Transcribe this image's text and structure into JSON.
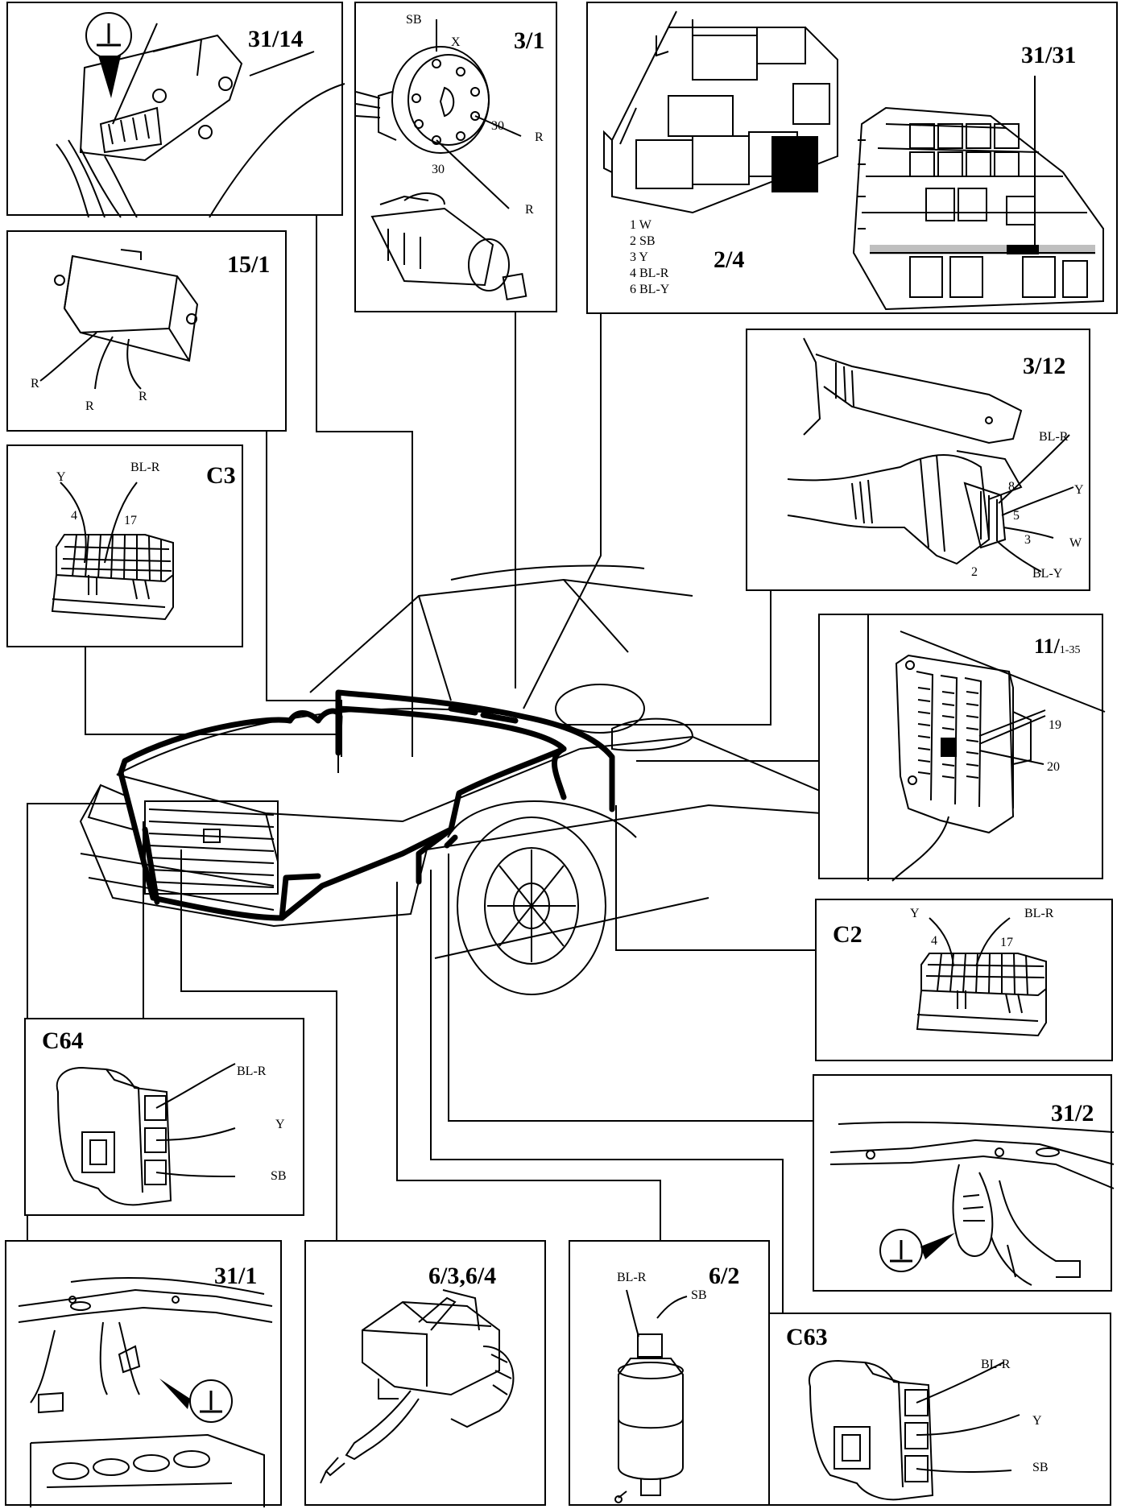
{
  "panels": {
    "p31_14": {
      "title": "31/14"
    },
    "p3_1": {
      "title": "3/1",
      "labels": {
        "sb": "SB",
        "x": "X",
        "n30a": "30",
        "r1": "R",
        "n30b": "30",
        "r2": "R"
      }
    },
    "p31_31": {
      "title": "31/31",
      "sub": "2/4",
      "legend": [
        "1 W",
        "2 SB",
        "3 Y",
        "4 BL-R",
        "6 BL-Y"
      ]
    },
    "p15_1": {
      "title": "15/1",
      "labels": {
        "r1": "R",
        "r2": "R",
        "r3": "R"
      }
    },
    "p3_12": {
      "title": "3/12",
      "labels": {
        "blr": "BL-R",
        "n8": "8",
        "y": "Y",
        "n5": "5",
        "n3": "3",
        "w": "W",
        "n2": "2",
        "bly": "BL-Y"
      }
    },
    "pC3": {
      "title": "C3",
      "labels": {
        "y": "Y",
        "blr": "BL-R",
        "n4": "4",
        "n17": "17"
      }
    },
    "p11": {
      "title": "11/",
      "title_suffix": "1-35",
      "labels": {
        "n19": "19",
        "n20": "20"
      }
    },
    "pC2": {
      "title": "C2",
      "labels": {
        "y": "Y",
        "blr": "BL-R",
        "n4": "4",
        "n17": "17"
      }
    },
    "pC64": {
      "title": "C64",
      "labels": {
        "blr": "BL-R",
        "y": "Y",
        "sb": "SB"
      }
    },
    "p31_2": {
      "title": "31/2"
    },
    "p31_1": {
      "title": "31/1"
    },
    "p6_34": {
      "title": "6/3,6/4"
    },
    "p6_2": {
      "title": "6/2",
      "labels": {
        "blr": "BL-R",
        "sb": "SB"
      }
    },
    "pC63": {
      "title": "C63",
      "labels": {
        "blr": "BL-R",
        "y": "Y",
        "sb": "SB"
      }
    }
  },
  "icons": {
    "ground": "ground-symbol-icon"
  },
  "colors": {
    "line": "#000000",
    "background": "#ffffff"
  }
}
